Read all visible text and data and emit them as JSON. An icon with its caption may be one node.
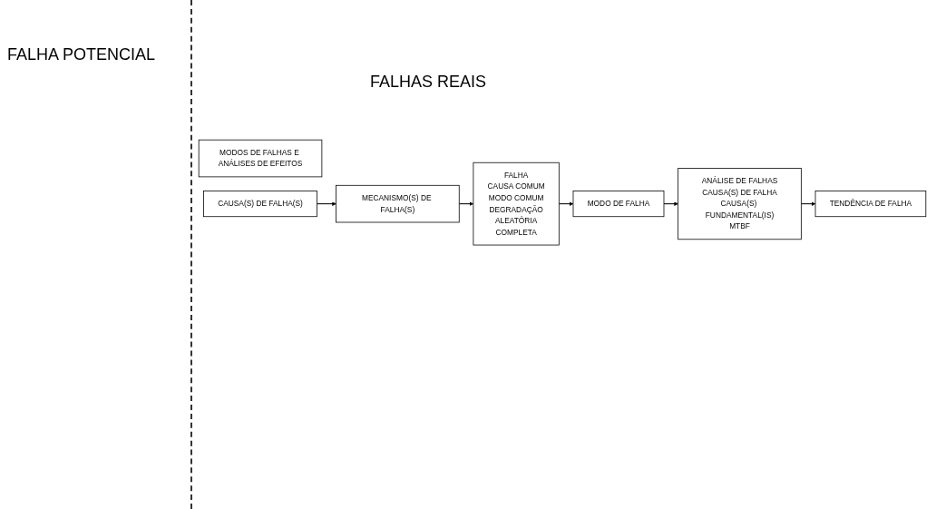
{
  "diagram": {
    "nodes": [
      {
        "text": [
          "MODOS DE FALHAS E ANÁLISES DE EFEITOS"
        ]
      },
      {
        "text": [
          "CAUSA(S) DE FALHA(S)"
        ]
      },
      {
        "text": [
          "MECANISMO(S) DE FALHA(S)"
        ]
      },
      {
        "text": [
          "FALHA",
          "CAUSA COMUM",
          "MODO COMUM",
          "DEGRADAÇÃO",
          "ALEATÓRIA",
          "COMPLETA"
        ]
      },
      {
        "text": [
          "MODO DE FALHA"
        ]
      },
      {
        "text": [
          "ANÁLISE DE FALHAS",
          "CAUSA(S) DE FALHA",
          "CAUSA(S) FUNDAMENTAL(IS)",
          "MTBF"
        ]
      },
      {
        "text": [
          "TENDÊNCIA DE FALHA"
        ]
      }
    ],
    "edges": [
      {
        "from": 1,
        "to": 2,
        "arrow": "to"
      },
      {
        "from": 2,
        "to": 3,
        "arrow": "to"
      },
      {
        "from": 3,
        "to": 4,
        "arrow": "to"
      },
      {
        "from": 4,
        "to": 5,
        "arrow": "to"
      },
      {
        "from": 5,
        "to": 6,
        "arrow": "to"
      }
    ],
    "labels": [
      "FALHA POTENCIAL",
      "FALHAS REAIS"
    ]
  }
}
